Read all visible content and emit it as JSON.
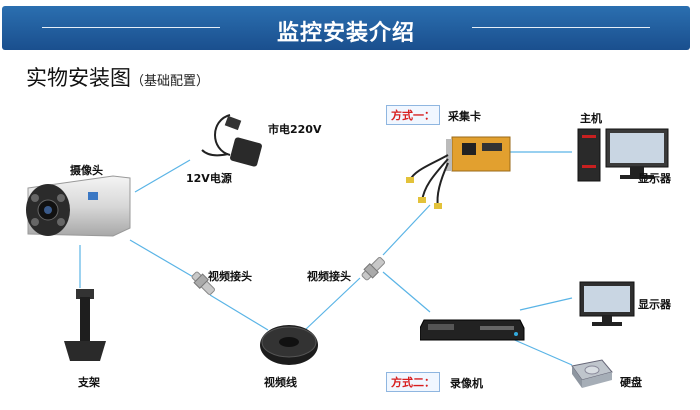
{
  "header": {
    "title": "监控安装介绍"
  },
  "subtitle": {
    "main": "实物安装图",
    "note": "（基础配置）"
  },
  "labels": {
    "camera": "摄像头",
    "mains_power": "市电220V",
    "power_12v": "12V电源",
    "bracket": "支架",
    "video_connector_left": "视频接头",
    "video_connector_right": "视频接头",
    "video_cable": "视频线",
    "capture_card": "采集卡",
    "host": "主机",
    "monitor_top": "显示器",
    "monitor_bottom": "显示器",
    "dvr": "录像机",
    "hard_disk": "硬盘"
  },
  "methods": {
    "one": "方式一：",
    "two": "方式二："
  },
  "colors": {
    "banner": "#1f5fa3",
    "connector_line": "#5ab4e6",
    "method_text": "#d81e1e"
  }
}
